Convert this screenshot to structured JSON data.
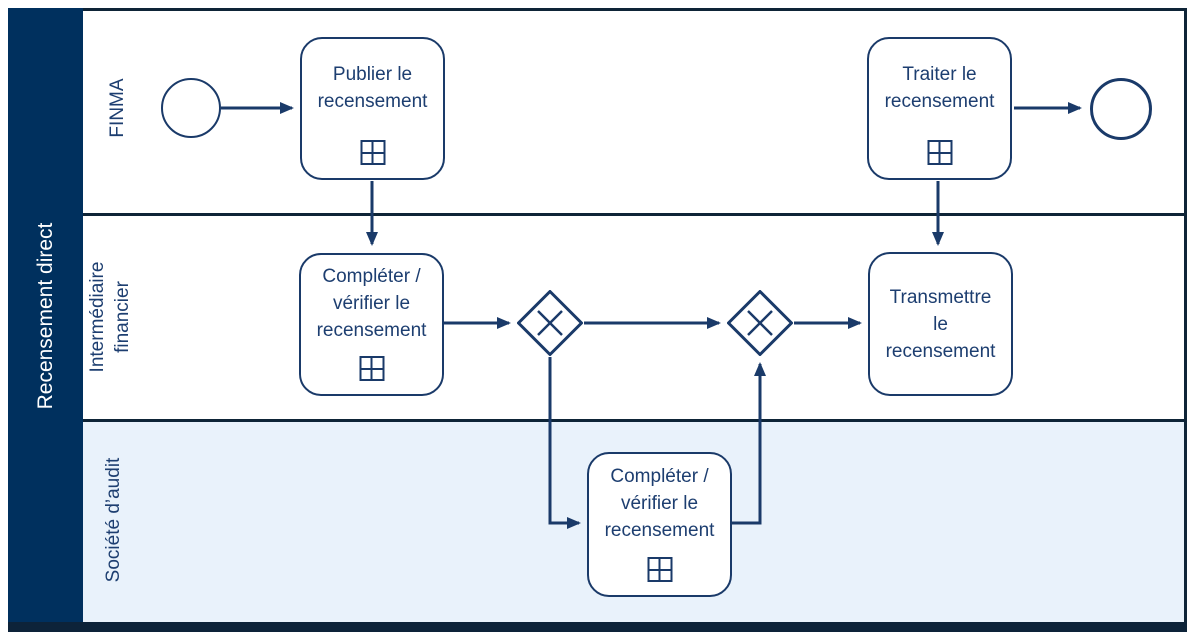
{
  "diagram": {
    "pool_label": "Recensement direct",
    "lanes": [
      {
        "id": "finma",
        "label": "FINMA"
      },
      {
        "id": "intermediaire-financier",
        "label": "Intermédiaire financier"
      },
      {
        "id": "societe-audit",
        "label": "Société d’audit"
      }
    ],
    "nodes": {
      "publish_label": "Publier le recensement",
      "process_label": "Traiter le recensement",
      "complete_fi_label": "Compléter / vérifier le recensement",
      "transmit_label": "Transmettre le recensement",
      "complete_audit_label": "Compléter / vérifier le recensement"
    },
    "icons": {
      "subprocess_marker": "plus-in-square",
      "gateway_marker": "x-cross"
    },
    "colors": {
      "pool_header": "#00305e",
      "pool_border": "#0e2437",
      "element_stroke": "#1a3a69",
      "text": "#1d3e70",
      "lane_audit_fill": "#e9f2fb",
      "pool_title_text": "#ffffff"
    }
  }
}
